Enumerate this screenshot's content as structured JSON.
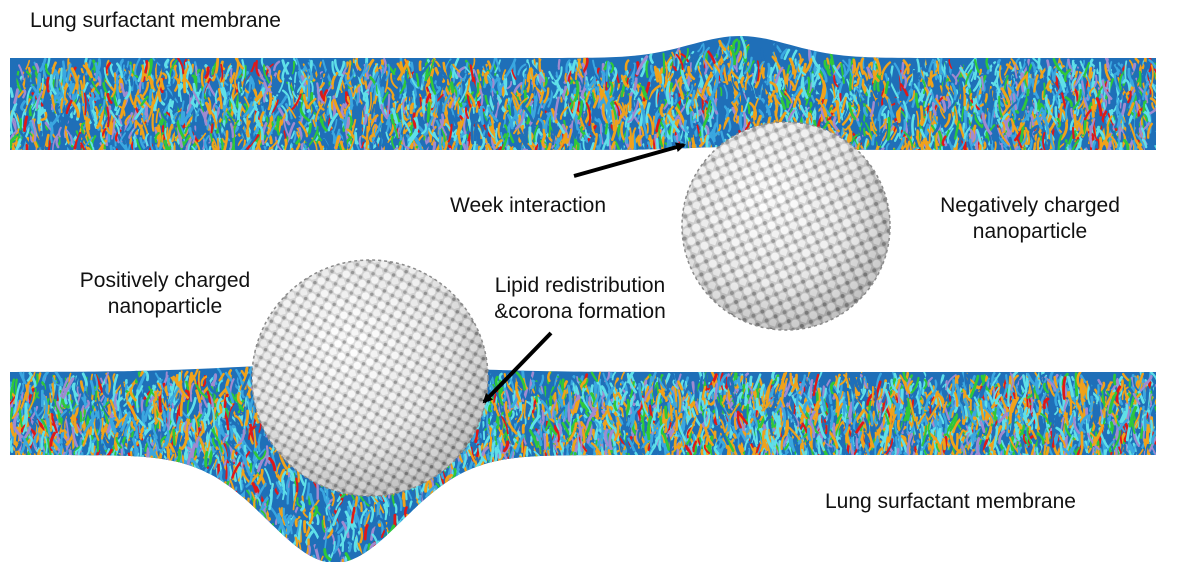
{
  "labels": {
    "top_membrane": "Lung surfactant membrane",
    "bottom_membrane": "Lung surfactant membrane",
    "weak_interaction": "Week interaction",
    "negative_np_line1": "Negatively charged",
    "negative_np_line2": "nanoparticle",
    "positive_np_line1": "Positively charged",
    "positive_np_line2": "nanoparticle",
    "redistribution_line1": "Lipid redistribution",
    "redistribution_line2": "&corona formation"
  },
  "colors": {
    "lipid_blue": "#1f6fb8",
    "lipid_light_blue": "#3aa7e0",
    "lipid_cyan": "#5fe0e8",
    "lipid_orange": "#f0a21a",
    "lipid_red": "#e01818",
    "lipid_green": "#2ec83a",
    "lipid_lavender": "#a08ad0",
    "nanoparticle": "#e6e6e6",
    "arrow": "#000000"
  }
}
